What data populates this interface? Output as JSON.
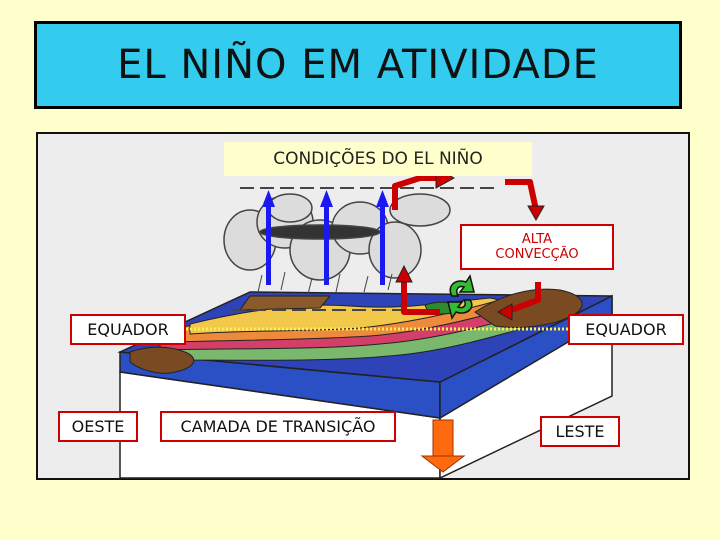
{
  "title": "EL NIÑO EM ATIVIDADE",
  "labels": {
    "conditions": "CONDIÇÕES DO EL NIÑO",
    "high_convection_line1": "ALTA",
    "high_convection_line2": "CONVECÇÃO",
    "equator_left": "EQUADOR",
    "equator_right": "EQUADOR",
    "west": "OESTE",
    "thermocline": "CAMADA DE TRANSIÇÃO",
    "east": "LESTE"
  },
  "colors": {
    "background": "#ffffcc",
    "title_bg": "#33ccee",
    "label_border": "#cc0000",
    "convection_arrow": "#cc0000",
    "updraft_arrow": "#1a1aee",
    "down_arrow": "#ff6600",
    "ocean_top": "#3344bb",
    "equator_line": "#ffee55"
  }
}
